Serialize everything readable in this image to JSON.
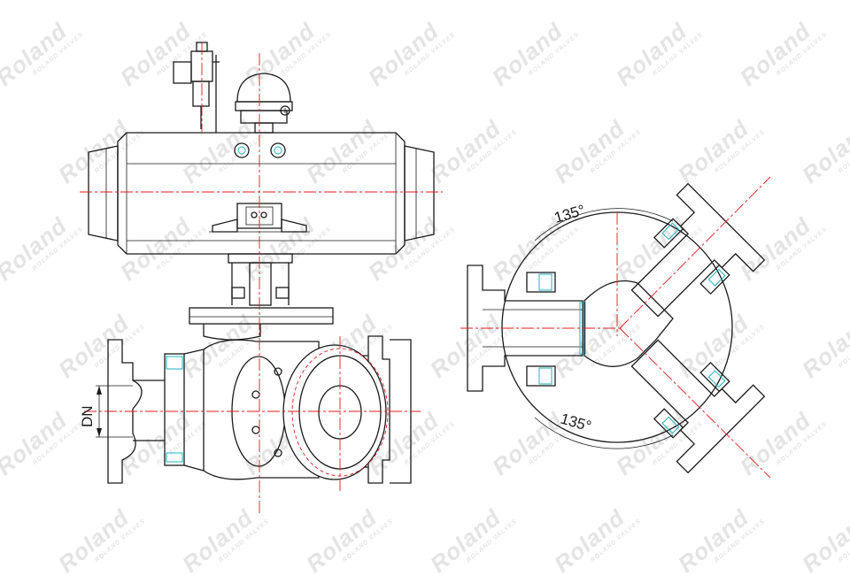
{
  "watermark": {
    "logo_text": "Roland",
    "sub_text": "ROLAND VALVES"
  },
  "labels": {
    "dn": "DN",
    "angle_top": "135°",
    "angle_bottom": "135°"
  },
  "colors": {
    "line": "#1a1a1a",
    "centerline": "#e21818",
    "accent": "#17b6c6",
    "watermark": "#e4e4e4"
  },
  "icons": [
    "nut-icon",
    "gauge-icon",
    "filter-regulator-icon",
    "bolt-icon"
  ]
}
